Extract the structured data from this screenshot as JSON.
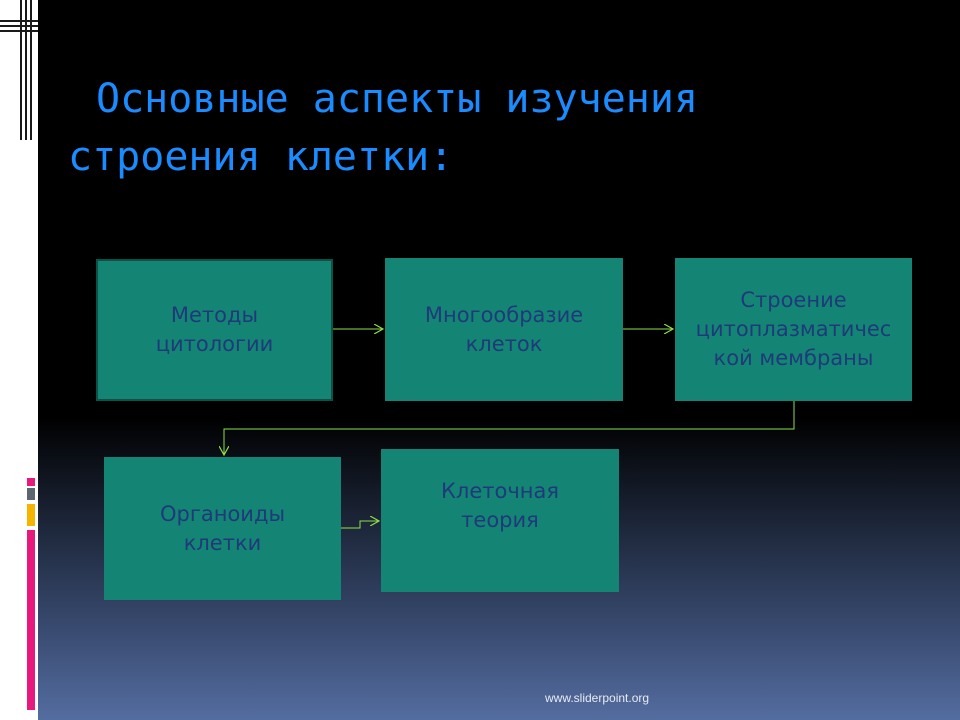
{
  "title": "Основные аспекты изучения строения клетки:",
  "boxes": [
    {
      "lines": [
        "Методы",
        "цитологии"
      ]
    },
    {
      "lines": [
        "Многообразие",
        "клеток"
      ]
    },
    {
      "lines": [
        "Строение",
        "цитоплазматичес",
        "кой мембраны"
      ]
    },
    {
      "lines": [
        "Органоиды",
        "клетки"
      ]
    },
    {
      "lines": [
        "Клеточная",
        "теория"
      ]
    }
  ],
  "footer": "www.sliderpoint.org",
  "colors": {
    "title": "#1a8cff",
    "box_fill": "#148575",
    "box_text": "#1e3a78",
    "connector": "#8fe04a"
  }
}
